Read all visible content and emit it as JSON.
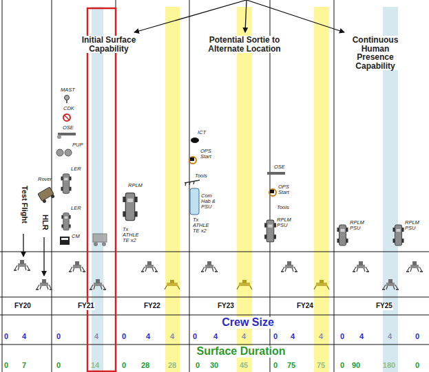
{
  "diagram": {
    "labels": [
      "Initial Surface Capability",
      "Potential Sortie to Alternate Location",
      "Continuous Human Presence Capability",
      "Test Flight",
      "HLR",
      "Rover",
      "MAST",
      "CDK",
      "OSE",
      "PUP",
      "LER",
      "LER",
      "CM",
      "RPLM",
      "Tx ATHLE TE x2",
      "ICT",
      "OPS Start",
      "Tools",
      "Com Hab & PSU",
      "Tx ATHLE TE x2",
      "OSE",
      "OPS Start",
      "Tools",
      "RPLM PSU",
      "RPLM PSU",
      "RPLM PSU",
      "FY20",
      "FY21",
      "FY22",
      "FY23",
      "FY24",
      "FY25",
      "Crew Size",
      "0",
      "4",
      "0",
      "4",
      "0",
      "4",
      "4",
      "0",
      "4",
      "4",
      "0",
      "4",
      "4",
      "0",
      "4",
      "4",
      "0",
      "Surface Duration",
      "0",
      "7",
      "0",
      "14",
      "0",
      "28",
      "28",
      "0",
      "30",
      "45",
      "0",
      "75",
      "75",
      "0",
      "90",
      "180",
      "0"
    ]
  }
}
